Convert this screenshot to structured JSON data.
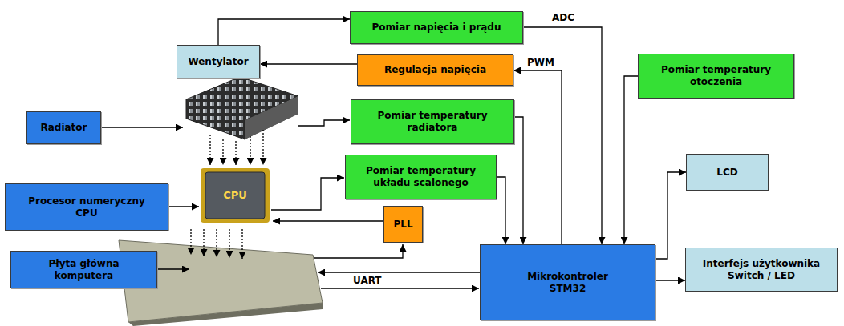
{
  "diagram": {
    "nodes": [
      {
        "text": [
          "Pomiar napięcia i prądu"
        ]
      },
      {
        "text": [
          "Wentylator"
        ]
      },
      {
        "text": [
          "Regulacja napięcia"
        ]
      },
      {
        "text": [
          "Pomiar temperatury otoczenia"
        ]
      },
      {
        "text": [
          "Radiator"
        ]
      },
      {
        "text": [
          "Pomiar temperatury radiatora"
        ]
      },
      {
        "text": [
          "Pomiar temperatury układu scalonego"
        ]
      },
      {
        "text": [
          "Procesor numeryczny CPU"
        ]
      },
      {
        "text": [
          "PLL"
        ]
      },
      {
        "text": [
          "LCD"
        ]
      },
      {
        "text": [
          "Płyta główna komputera"
        ]
      },
      {
        "text": [
          "Mikrokontroler STM32"
        ]
      },
      {
        "text": [
          "Interfejs użytkownika Switch / LED"
        ]
      }
    ],
    "edges": [
      {
        "from": 1,
        "to": 0,
        "arrow": "to"
      },
      {
        "from": 0,
        "to": 11,
        "label": "ADC",
        "arrow": "to"
      },
      {
        "from": 2,
        "to": 1,
        "arrow": "to"
      },
      {
        "from": 11,
        "to": 2,
        "label": "PWM",
        "arrow": "to"
      },
      {
        "from": 3,
        "to": 11,
        "arrow": "to"
      },
      {
        "from": 5,
        "to": 11,
        "arrow": "to"
      },
      {
        "from": 6,
        "to": 11,
        "arrow": "to"
      },
      {
        "from": 11,
        "to": 9,
        "arrow": "to"
      },
      {
        "from": 11,
        "to": 12,
        "arrow": "to"
      }
    ],
    "labels": [
      "UART",
      "CPU"
    ]
  }
}
